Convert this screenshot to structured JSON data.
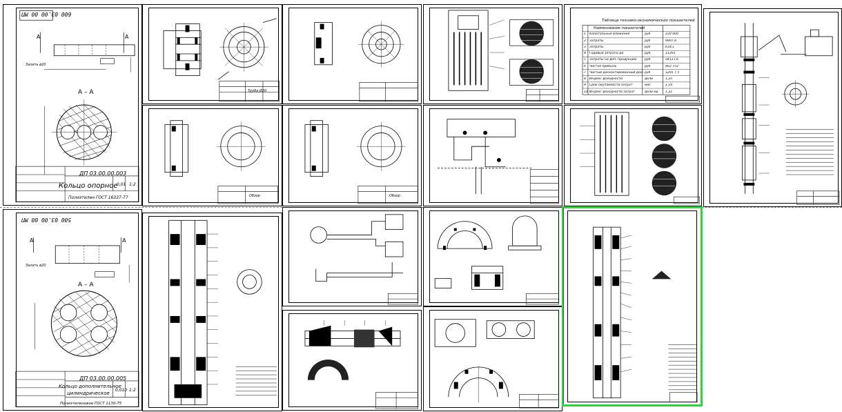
{
  "sheets": {
    "ring_support": {
      "top_code": "600 03.00 00 МП",
      "section_label": "А – А",
      "mark_a": "А",
      "dim_text": "Залить ø20",
      "stamp_code": "ДП 03.00.00.003",
      "stamp_title": "Кольцо опорное",
      "stamp_material": "Полиэтилен ГОСТ 16337-77",
      "stamp_mass": "0,01",
      "stamp_scale": "1:2"
    },
    "ring_extra": {
      "top_code": "500 03.00 00 МП",
      "section_label": "А – А",
      "mark_a": "А",
      "dim_text": "Залить ø20",
      "stamp_code": "ДП 03.00.00.005",
      "stamp_title_1": "Кольцо дополнительное",
      "stamp_title_2": "цилиндрическое",
      "stamp_material": "Полиэтиленовое ГОСТ 1130-75",
      "stamp_mass": "0,010",
      "stamp_scale": "1:2"
    },
    "table_sheet": {
      "table_title": "Таблица технико-экономических показателей",
      "header_name": "Наименование показателей",
      "rows": [
        {
          "n": "1",
          "name": "Капитальные вложения",
          "unit": "руб",
          "value": "230 000"
        },
        {
          "n": "2",
          "name": "Затраты",
          "unit": "руб",
          "value": "9907,6"
        },
        {
          "n": "3",
          "name": "Затраты",
          "unit": "руб",
          "value": "618,1"
        },
        {
          "n": "4",
          "name": "Годовые затраты до",
          "unit": "руб",
          "value": "11291"
        },
        {
          "n": "5",
          "name": "Затраты на доп. продукцию",
          "unit": "руб",
          "value": "34117,6"
        },
        {
          "n": "6",
          "name": "Чистая прибыль",
          "unit": "руб",
          "value": "802 752"
        },
        {
          "n": "7",
          "name": "Чистый дисконтированный доход",
          "unit": "руб",
          "value": "1291 7.5"
        },
        {
          "n": "8",
          "name": "Индекс доходности",
          "unit": "доли",
          "value": "1,25"
        },
        {
          "n": "9",
          "name": "Срок окупаемости затрат",
          "unit": "мес",
          "value": "1,19"
        },
        {
          "n": "10",
          "name": "Индекс доходности затрат",
          "unit": "доли ед",
          "value": "1,21"
        }
      ]
    },
    "stamps": {
      "label_a": "Труба Ø20",
      "label_b": "Обзор",
      "label_c": "Обзор"
    }
  },
  "colors": {
    "selection_outline": "#2fd33a",
    "selection_edge": "#a020a0",
    "ink": "#000000"
  }
}
